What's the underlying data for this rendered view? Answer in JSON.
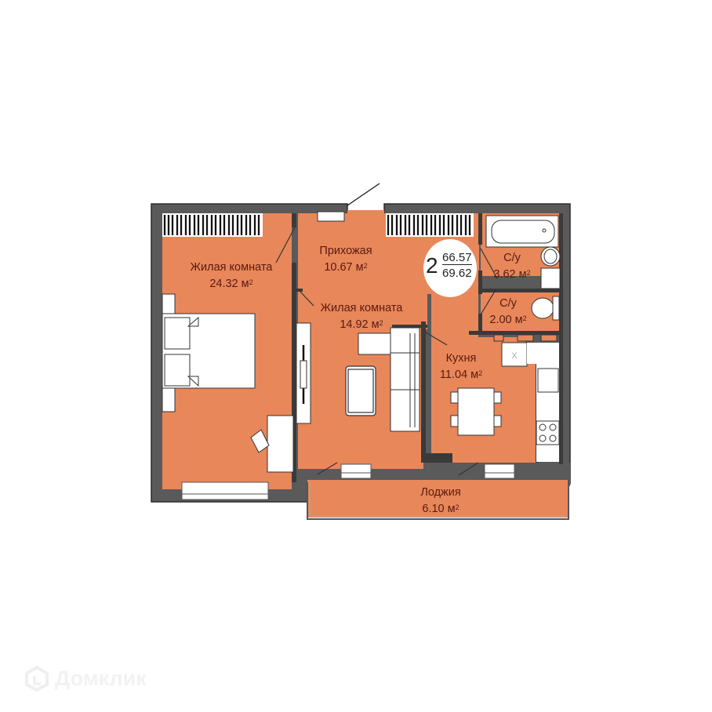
{
  "plan": {
    "rooms_count": "2",
    "living_area": "66.57",
    "total_area": "69.62",
    "unit": "м²",
    "colors": {
      "floor": "#e8875a",
      "wall": "#5a5a5a",
      "wall_outline": "#2a2a2a",
      "furniture": "#ffffff",
      "text": "#5a1a10"
    },
    "rooms": [
      {
        "name": "Жилая комната",
        "area": "24.32",
        "unit": "м"
      },
      {
        "name": "Прихожая",
        "area": "10.67",
        "unit": "м"
      },
      {
        "name": "Жилая комната",
        "area": "14.92",
        "unit": "м"
      },
      {
        "name": "С/у",
        "area": "3.62",
        "unit": "м"
      },
      {
        "name": "С/у",
        "area": "2.00",
        "unit": "м"
      },
      {
        "name": "Кухня",
        "area": "11.04",
        "unit": "м"
      },
      {
        "name": "Лоджия",
        "area": "6.10",
        "unit": "м"
      }
    ],
    "sup": "2"
  },
  "watermark": {
    "text": "Домклик"
  }
}
